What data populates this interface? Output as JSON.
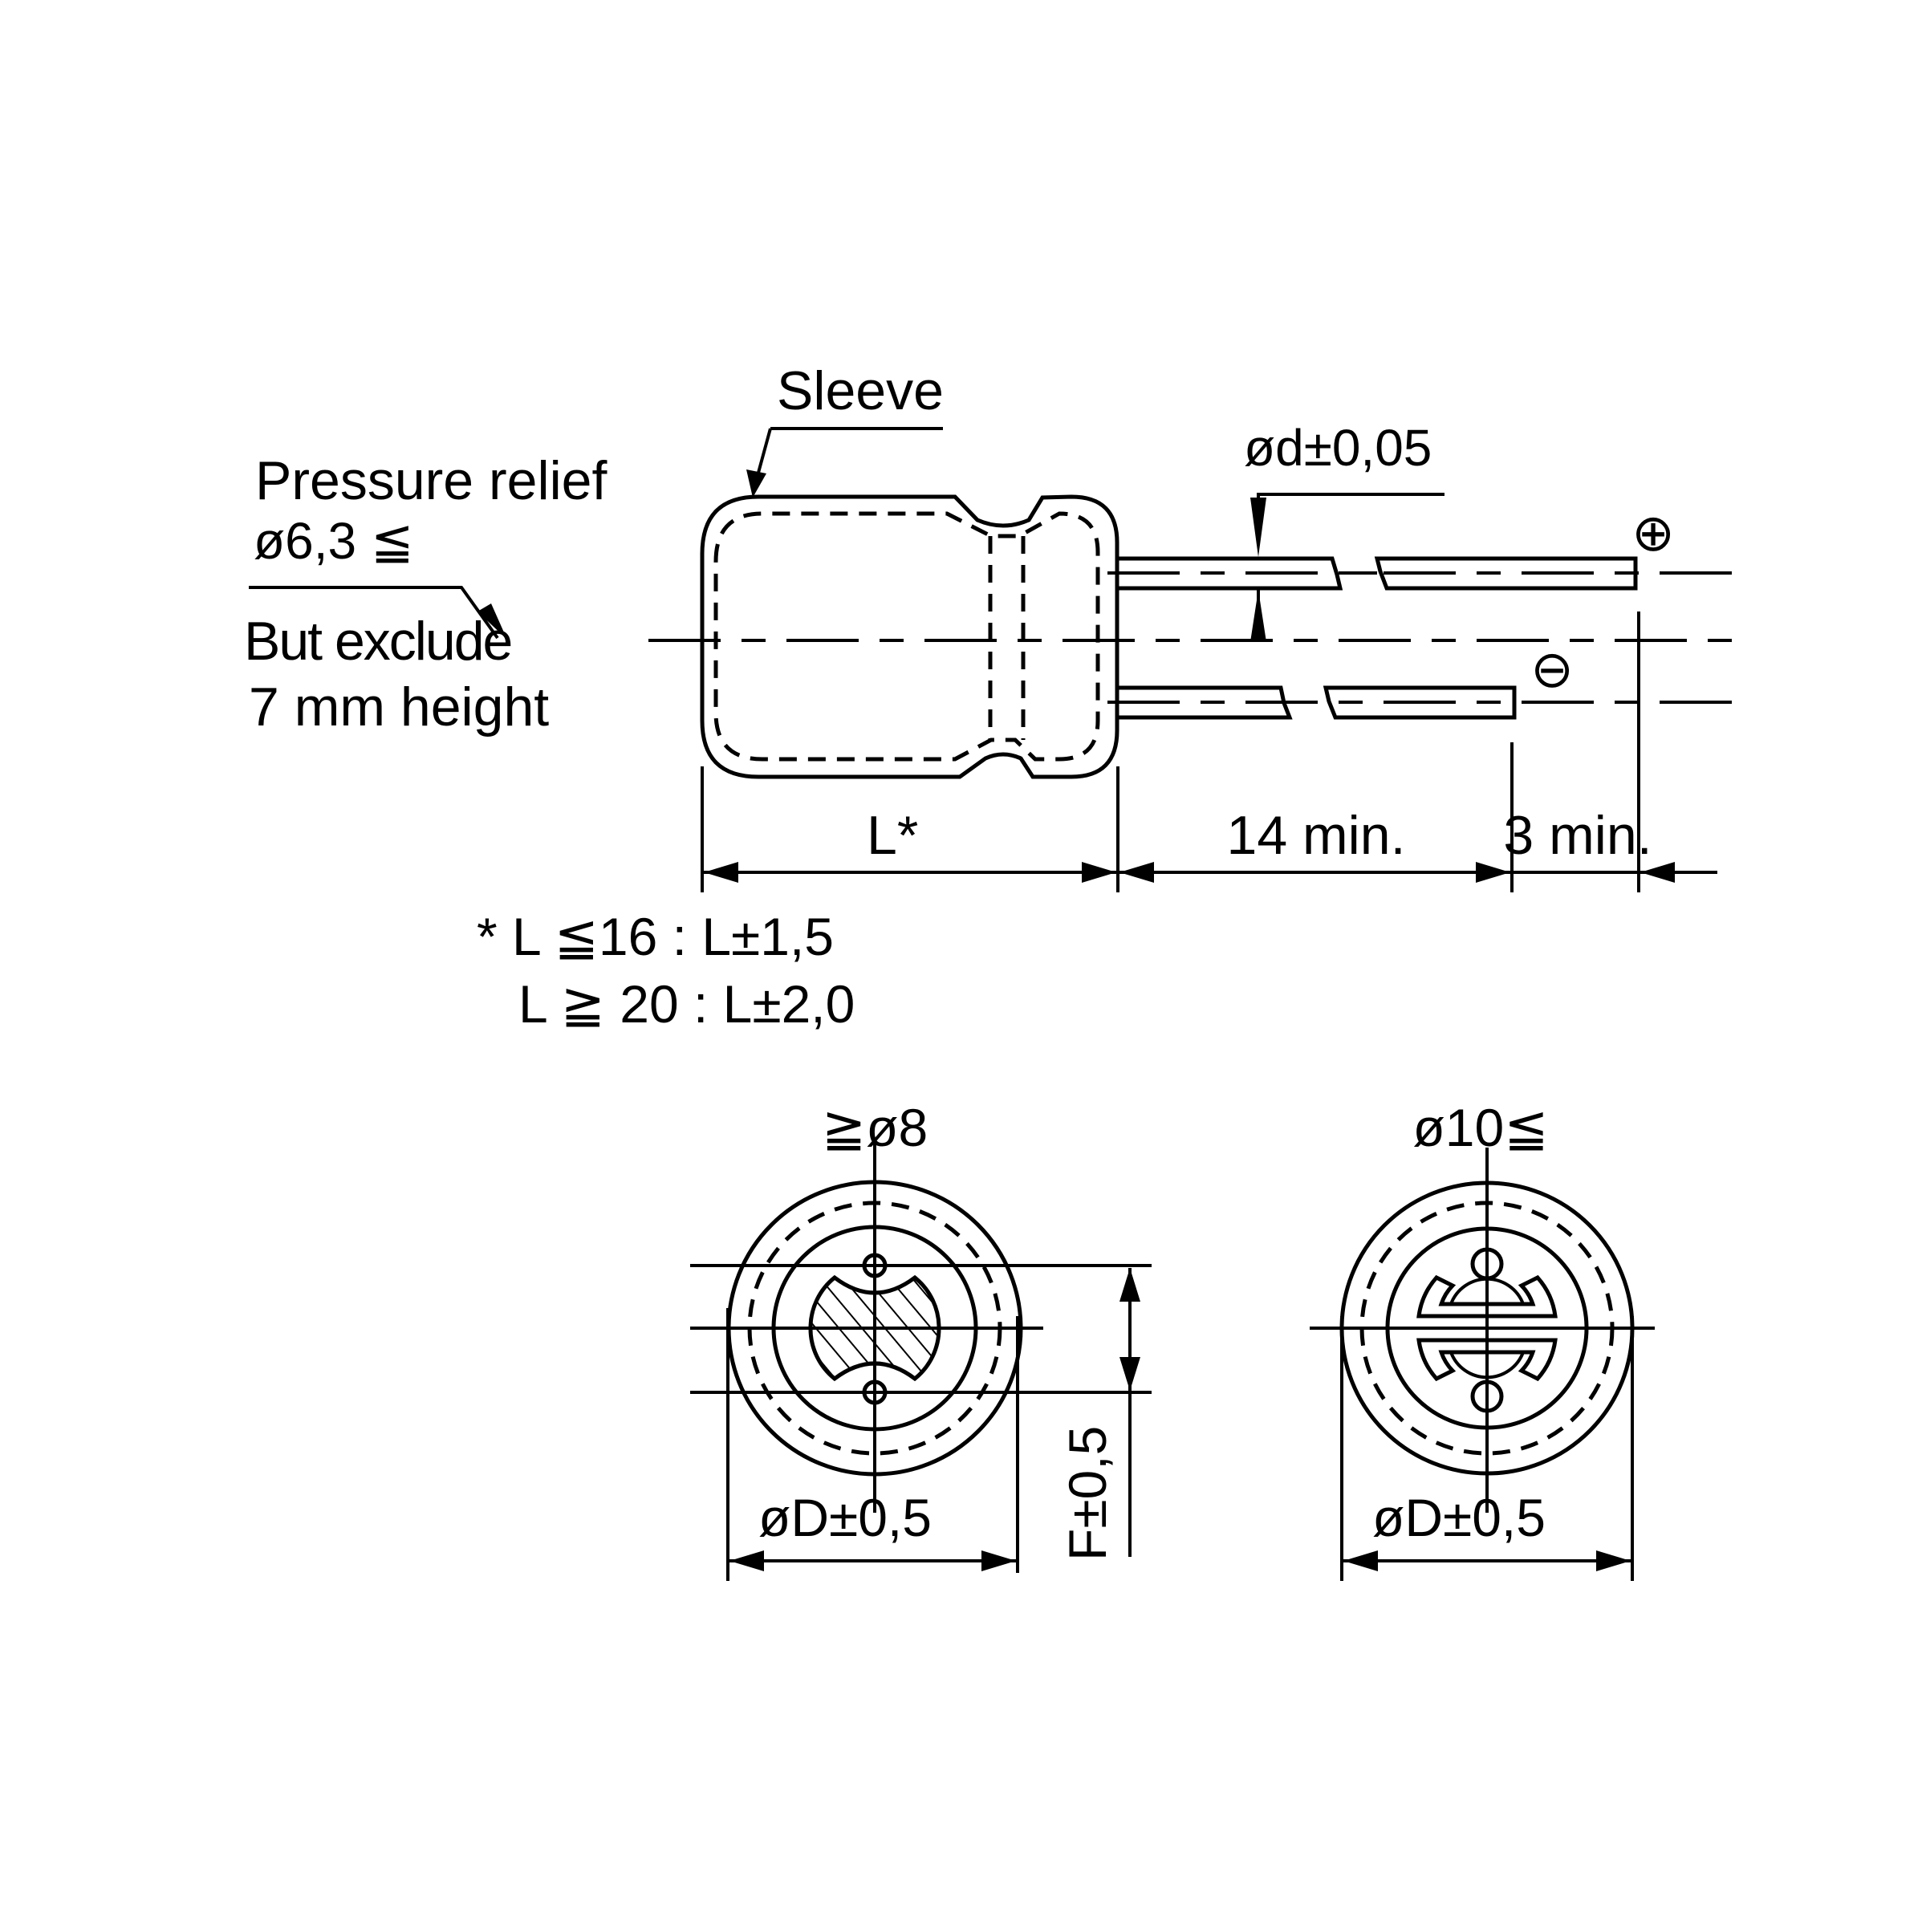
{
  "drawing": {
    "title": "Radial electrolytic capacitor dimension drawing",
    "colors": {
      "line": "#000000",
      "background": "#ffffff"
    },
    "side_view": {
      "labels": {
        "sleeve": "Sleeve",
        "pressure_relief_line1": "Pressure relief",
        "pressure_relief_line2": "ø6,3 ≦",
        "exclude_line1": "But exclude",
        "exclude_line2": "7 mm  height",
        "lead_diameter": "ød±0,05",
        "positive_symbol": "⊕",
        "negative_symbol": "⊖"
      },
      "dimensions": {
        "length": "L*",
        "lead_min": "14 min.",
        "lead_diff_min": "3 min."
      },
      "footnote": {
        "line1": "* L ≦16 : L±1,5",
        "line2": "L ≧ 20 : L±2,0"
      }
    },
    "end_views": [
      {
        "title": "≧ø8",
        "diameter_dim": "øD±0,5",
        "pitch_dim": "F±0,5",
        "style": "hatched-core"
      },
      {
        "title": "ø10≦",
        "diameter_dim": "øD±0,5",
        "style": "segmented-vent"
      }
    ]
  }
}
